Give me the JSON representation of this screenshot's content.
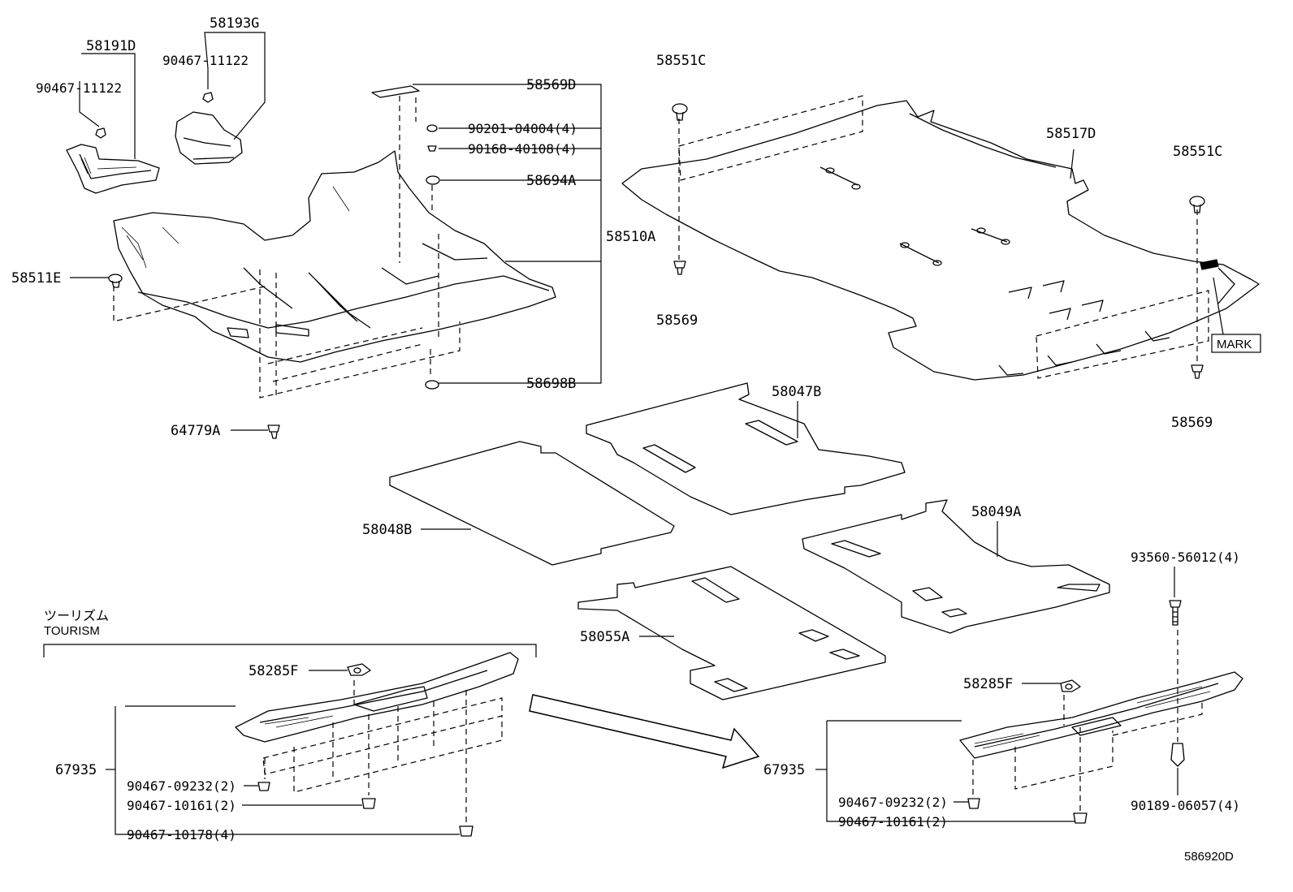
{
  "diagram_id": "586920D",
  "tourism": {
    "jp": "ツーリズム",
    "en": "TOURISM"
  },
  "mark_label": "MARK",
  "labels": {
    "p58193G": "58193G",
    "p58191D": "58191D",
    "p90467_11122_a": "90467-11122",
    "p90467_11122_b": "90467-11122",
    "p58569D": "58569D",
    "p90201": "90201-04004(4)",
    "p90168": "90168-40108(4)",
    "p58694A": "58694A",
    "p58510A": "58510A",
    "p58511E": "58511E",
    "p58698B": "58698B",
    "p64779A": "64779A",
    "p58551C_a": "58551C",
    "p58569_a": "58569",
    "p58517D": "58517D",
    "p58551C_b": "58551C",
    "p58569_b": "58569",
    "p58047B": "58047B",
    "p58048B": "58048B",
    "p58049A": "58049A",
    "p58055A": "58055A",
    "p93560": "93560-56012(4)",
    "p58285F_a": "58285F",
    "p67935_a": "67935",
    "p90467_09232_a": "90467-09232(2)",
    "p90467_10161_a": "90467-10161(2)",
    "p90467_10178": "90467-10178(4)",
    "p58285F_b": "58285F",
    "p67935_b": "67935",
    "p90467_09232_b": "90467-09232(2)",
    "p90467_10161_b": "90467-10161(2)",
    "p90189": "90189-06057(4)"
  }
}
